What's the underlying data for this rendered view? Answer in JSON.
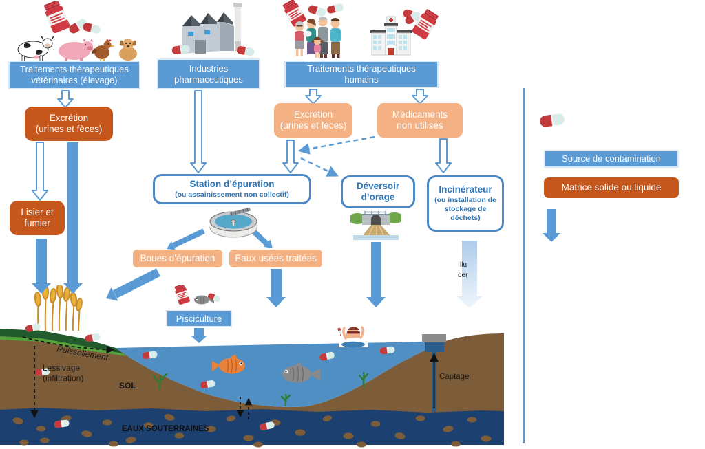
{
  "colors": {
    "box_blue": "#5B9BD5",
    "dark_orange": "#C5571C",
    "salmon": "#F4B183",
    "outline_border": "#4E87C5",
    "outline_text": "#2E75B6",
    "arrow_blue": "#5B9BD5",
    "water": "#4F8FC4",
    "soil": "#7D5C39",
    "groundwater": "#1C4070",
    "grass_dark": "#215B2D",
    "grass_light": "#55A13C",
    "wheat_gold": "#E2A23B",
    "capsule_red": "#C23A3C",
    "capsule_pale": "#D8ECE9"
  },
  "sources": {
    "veterinary": {
      "line1": "Traitements thérapeutiques",
      "line2": "vétérinaires (élevage)"
    },
    "industries": {
      "line1": "Industries",
      "line2": "pharmaceutiques"
    },
    "humans": {
      "line1": "Traitements thérapeutiques",
      "line2": "humains"
    }
  },
  "process": {
    "vet_excretion": {
      "line1": "Excrétion",
      "line2": "(urines et fèces)"
    },
    "human_excretion": {
      "line1": "Excrétion",
      "line2": "(urines et fèces)"
    },
    "medicaments": {
      "line1": "Médicaments",
      "line2": "non utilisés"
    },
    "lisier": {
      "line1": "Lisier et",
      "line2": "fumier"
    },
    "station": {
      "title": "Station d’épuration",
      "subtitle": "(ou assainissement non collectif)"
    },
    "deversoir": {
      "line1": "Déversoir",
      "line2": "d’orage"
    },
    "incinerateur": {
      "title": "Incinérateur",
      "subtitle": "(ou installation de stockage de déchets)"
    },
    "boues": "Boues d’épuration",
    "eaux_usees": "Eaux usées traitées",
    "pisciculture": "Pisciculture"
  },
  "legend": {
    "source_label": "Source de contamination",
    "matrice_label": "Matrice solide ou liquide"
  },
  "landscape": {
    "sol": "SOL",
    "eaux_souterraines": "EAUX SOUTERRAINES",
    "ruissellement": "Ruissellement",
    "lessivage_line1": "Lessivage",
    "lessivage_line2": "(infiltration)",
    "captage": "Captage"
  },
  "fragments": {
    "incinerator_arrow_line1": "llu",
    "incinerator_arrow_line2": "der"
  },
  "icons": {
    "pill_bottle": "pill-bottle-icon",
    "capsule": "pill-capsule-icon",
    "cow": "cow-icon",
    "pig": "pig-icon",
    "chicken": "chicken-icon",
    "dog": "dog-icon",
    "factory": "factory-icon",
    "family": "family-icon",
    "hospital": "hospital-icon",
    "clarifier": "treatment-tank-icon",
    "storm_overflow": "storm-overflow-image",
    "wheat": "wheat-crops-icon",
    "orange_fish": "orange-fish-icon",
    "gray_fish": "gray-fish-icon",
    "seaweed": "seaweed-icon",
    "swimmer": "swimmer-icon",
    "well": "captage-well-icon"
  }
}
